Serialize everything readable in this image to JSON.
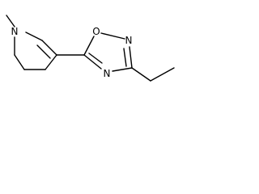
{
  "molecule": {
    "atoms": {
      "piperidine_nitrogen": "N",
      "oxadiazole_oxygen": "O",
      "oxadiazole_nitrogen_upper": "N",
      "oxadiazole_nitrogen_lower": "N"
    }
  },
  "colors": {
    "bond": "#000000",
    "label": "#000000",
    "background": "#ffffff"
  }
}
